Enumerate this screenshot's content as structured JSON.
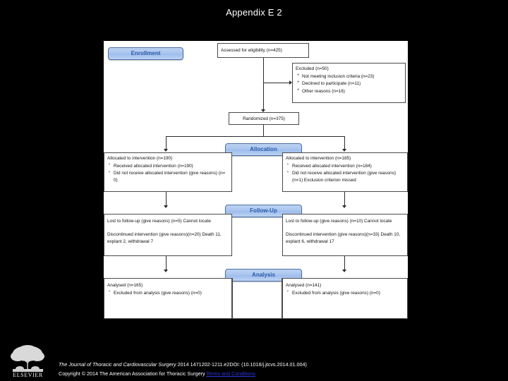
{
  "slide": {
    "title": "Appendix E 2"
  },
  "flowchart": {
    "stages": [
      {
        "label": "Enrollment"
      },
      {
        "label": "Allocation"
      },
      {
        "label": "Follow-Up"
      },
      {
        "label": "Analysis"
      }
    ],
    "assessed": {
      "text": "Assessed for eligibility (n=425)"
    },
    "excluded": {
      "header": "Excluded  (n=50)",
      "items": [
        "Not meeting inclusion criteria (n=23)",
        "Declined to participate (n=11)",
        "Other reasons (n=16)"
      ]
    },
    "randomized": {
      "text": "Randomized (n=375)"
    },
    "allocation_left": {
      "header": "Allocated to intervention (n=190)",
      "items": [
        "Received allocated intervention (n=190)",
        "Did not receive allocated intervention (give reasons) (n= 0)"
      ]
    },
    "allocation_right": {
      "header": "Allocated to intervention (n=185)",
      "items": [
        "Received allocated intervention (n=184)",
        "Did not receive allocated intervention (give reasons) (n=1) Exclusion criterion missed"
      ]
    },
    "followup_left": {
      "line1": "Lost to follow-up (give reasons) (n=5) Cannot locate",
      "line2": "Discontinued intervention (give reasons)(n=20) Death 11, explant 2, withdrawal 7"
    },
    "followup_right": {
      "line1": "Lost to follow-up (give reasons) (n=10) Cannot locate",
      "line2": "Discontinued intervention (give reasons)(n=33) Death 10, explant 6, withdrawal 17"
    },
    "analysis_left": {
      "header": "Analysed  (n=165)",
      "items": [
        "Excluded from analysis (give reasons) (n=0)"
      ]
    },
    "analysis_right": {
      "header": "Analysed  (n=141)",
      "items": [
        "Excluded from analysis (give reasons) (n=0)"
      ]
    }
  },
  "footer": {
    "citation_italic": "The Journal of Thoracic and Cardiovascular Surgery",
    "citation_plain": " 2014 1471202-1211.e2DOI: (10.1016/j.jtcvs.2014.01.004)",
    "copyright": "Copyright © 2014 The American Association for Thoracic Surgery ",
    "terms_link": "Terms and Conditions"
  },
  "logo": {
    "wordmark": "ELSEVIER"
  },
  "colors": {
    "background": "#000000",
    "canvas": "#ffffff",
    "stage_fill": "#a9c4ee",
    "stage_border": "#4a6fa5",
    "stage_text": "#2b5ca8",
    "link": "#2b35e0"
  }
}
